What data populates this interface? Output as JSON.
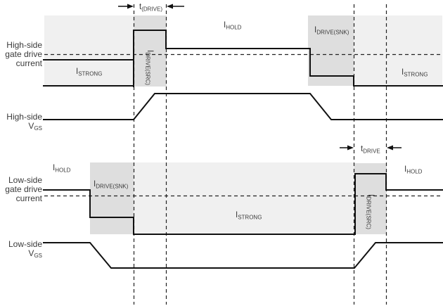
{
  "diagram": {
    "type": "gate-driver-tdrive-timing-diagram",
    "rows": [
      "High-side gate drive current",
      "High-side VGS",
      "Low-side gate drive current",
      "Low-side VGS"
    ],
    "high_side_current_sequence": [
      "ISTRONG",
      "IDRIVE(SRC)",
      "IHOLD",
      "IDRIVE(SNK)",
      "ISTRONG"
    ],
    "low_side_current_sequence": [
      "IHOLD",
      "IDRIVE(SNK)",
      "ISTRONG",
      "IDRIVE(SRC)",
      "IHOLD"
    ]
  },
  "labels": {
    "hs_current": {
      "l1": "High-side",
      "l2": "gate drive",
      "l3": "current"
    },
    "hs_vgs": {
      "l1": "High-side",
      "v": "V",
      "sub": "GS"
    },
    "ls_current": {
      "l1": "Low-side",
      "l2": "gate drive",
      "l3": "current"
    },
    "ls_vgs": {
      "l1": "Low-side",
      "v": "V",
      "sub": "GS"
    },
    "i_strong": {
      "main": "I",
      "sub": "STRONG"
    },
    "i_hold": {
      "main": "I",
      "sub": "HOLD"
    },
    "i_drive_snk": {
      "main": "I",
      "sub": "DRIVE(SNK)"
    },
    "i_drive_src": {
      "main": "I",
      "sub": "DRIVE(SRC)"
    },
    "t_drive_paren": {
      "main": "t",
      "sub": "(DRIVE)"
    },
    "t_drive": {
      "main": "t",
      "sub": "DRIVE"
    }
  },
  "colors": {
    "background": "#ffffff",
    "region_light": "#f0f0f0",
    "region_dark": "#dedede",
    "line": "#111111",
    "text": "#3a3a3a"
  }
}
